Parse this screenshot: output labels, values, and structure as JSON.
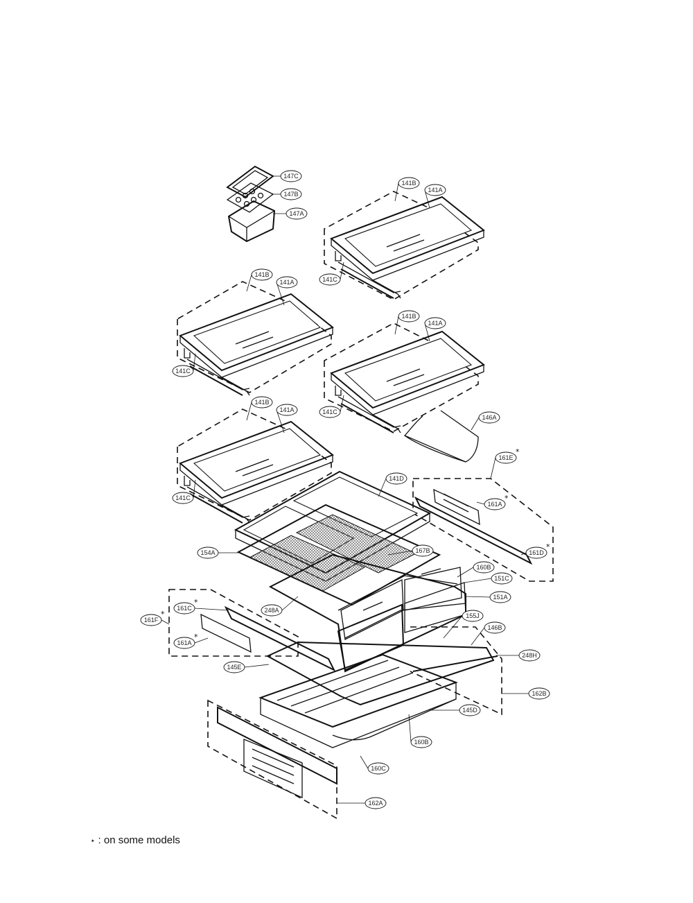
{
  "footnote": {
    "symbol": "⋆",
    "text": ": on some models"
  },
  "labels": [
    {
      "id": "l147c",
      "text": "147C",
      "star": false
    },
    {
      "id": "l147b",
      "text": "147B",
      "star": false
    },
    {
      "id": "l147a",
      "text": "147A",
      "star": false
    },
    {
      "id": "l141b1",
      "text": "141B",
      "star": false
    },
    {
      "id": "l141a1",
      "text": "141A",
      "star": false
    },
    {
      "id": "l141c1",
      "text": "141C",
      "star": false
    },
    {
      "id": "l141b2",
      "text": "141B",
      "star": false
    },
    {
      "id": "l141a2",
      "text": "141A",
      "star": false
    },
    {
      "id": "l141c2",
      "text": "141C",
      "star": false
    },
    {
      "id": "l141b3",
      "text": "141B",
      "star": false
    },
    {
      "id": "l141a3",
      "text": "141A",
      "star": false
    },
    {
      "id": "l141c3",
      "text": "141C",
      "star": false
    },
    {
      "id": "l146a",
      "text": "146A",
      "star": false
    },
    {
      "id": "l141b4",
      "text": "141B",
      "star": false
    },
    {
      "id": "l141a4",
      "text": "141A",
      "star": false
    },
    {
      "id": "l141c4",
      "text": "141C",
      "star": false
    },
    {
      "id": "l161e",
      "text": "161E",
      "star": true
    },
    {
      "id": "l141d",
      "text": "141D",
      "star": false
    },
    {
      "id": "l161a1",
      "text": "161A",
      "star": true
    },
    {
      "id": "l161d",
      "text": "161D",
      "star": true
    },
    {
      "id": "l154a",
      "text": "154A",
      "star": false
    },
    {
      "id": "l167b",
      "text": "167B",
      "star": false
    },
    {
      "id": "l160b1",
      "text": "160B",
      "star": false
    },
    {
      "id": "l151c",
      "text": "151C",
      "star": false
    },
    {
      "id": "l151a",
      "text": "151A",
      "star": false
    },
    {
      "id": "l161c",
      "text": "161C",
      "star": true
    },
    {
      "id": "l248a",
      "text": "248A",
      "star": false
    },
    {
      "id": "l161f",
      "text": "161F",
      "star": true
    },
    {
      "id": "l155j",
      "text": "155J",
      "star": false
    },
    {
      "id": "l146b",
      "text": "146B",
      "star": false
    },
    {
      "id": "l161a2",
      "text": "161A",
      "star": true
    },
    {
      "id": "l248h",
      "text": "248H",
      "star": false
    },
    {
      "id": "l145e",
      "text": "145E",
      "star": false
    },
    {
      "id": "l162b",
      "text": "162B",
      "star": false
    },
    {
      "id": "l145d",
      "text": "145D",
      "star": false
    },
    {
      "id": "l160b2",
      "text": "160B",
      "star": false
    },
    {
      "id": "l160c",
      "text": "160C",
      "star": false
    },
    {
      "id": "l162a",
      "text": "162A",
      "star": false
    }
  ]
}
